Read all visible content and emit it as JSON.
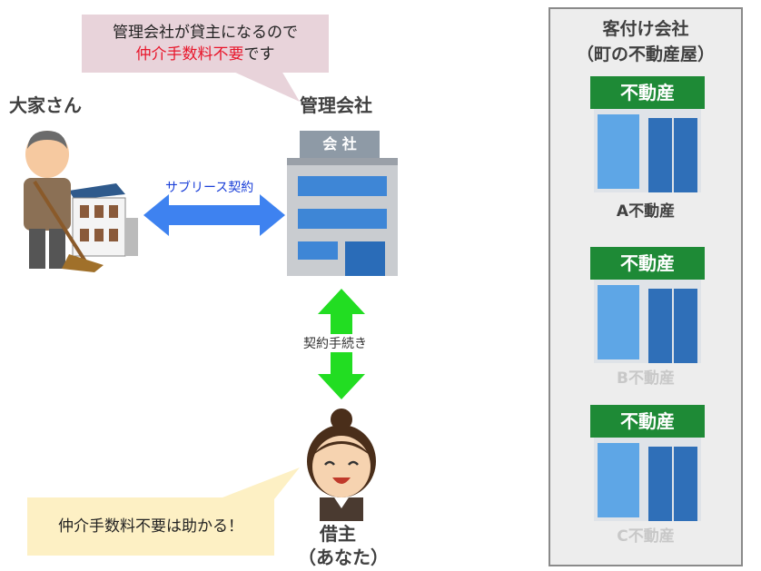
{
  "bubble_top": {
    "line1": "管理会社が貸主になるので",
    "line2_red": "仲介手数料不要",
    "line2_rest": "です"
  },
  "landlord": {
    "label": "大家さん"
  },
  "management": {
    "label": "管理会社",
    "sign": "会 社"
  },
  "sublease": {
    "label": "サブリース契約"
  },
  "contract": {
    "label": "契約手続き"
  },
  "tenant": {
    "label": "借主",
    "sublabel": "（あなた）"
  },
  "bubble_bottom": {
    "text": "仲介手数料不要は助かる！"
  },
  "panel": {
    "title_line1": "客付け会社",
    "title_line2": "（町の不動産屋）",
    "shops": [
      {
        "sign": "不動産",
        "label": "A不動産",
        "label_color": "#404040"
      },
      {
        "sign": "不動産",
        "label": "B不動産",
        "label_color": "#c8c8c8"
      },
      {
        "sign": "不動産",
        "label": "C不動産",
        "label_color": "#c8c8c8"
      }
    ]
  },
  "colors": {
    "blue_arrow": "#3e82f0",
    "green_arrow": "#22dd22",
    "shop_green": "#1e8a36"
  }
}
